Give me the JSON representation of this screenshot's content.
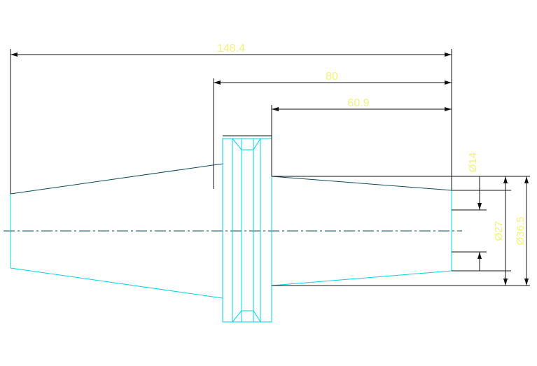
{
  "colors": {
    "background": "#ffffff",
    "outline": "#00d4e6",
    "profile": "#0b4a5a",
    "dimension_line": "#111111",
    "dimension_text": "#f2f27a"
  },
  "dimensions": {
    "overall_length": "148.4",
    "flange_to_end": "80",
    "shank_length": "60.9",
    "small_diameter": "Ø14",
    "mid_diameter": "Ø27",
    "large_diameter": "Ø36.5"
  }
}
